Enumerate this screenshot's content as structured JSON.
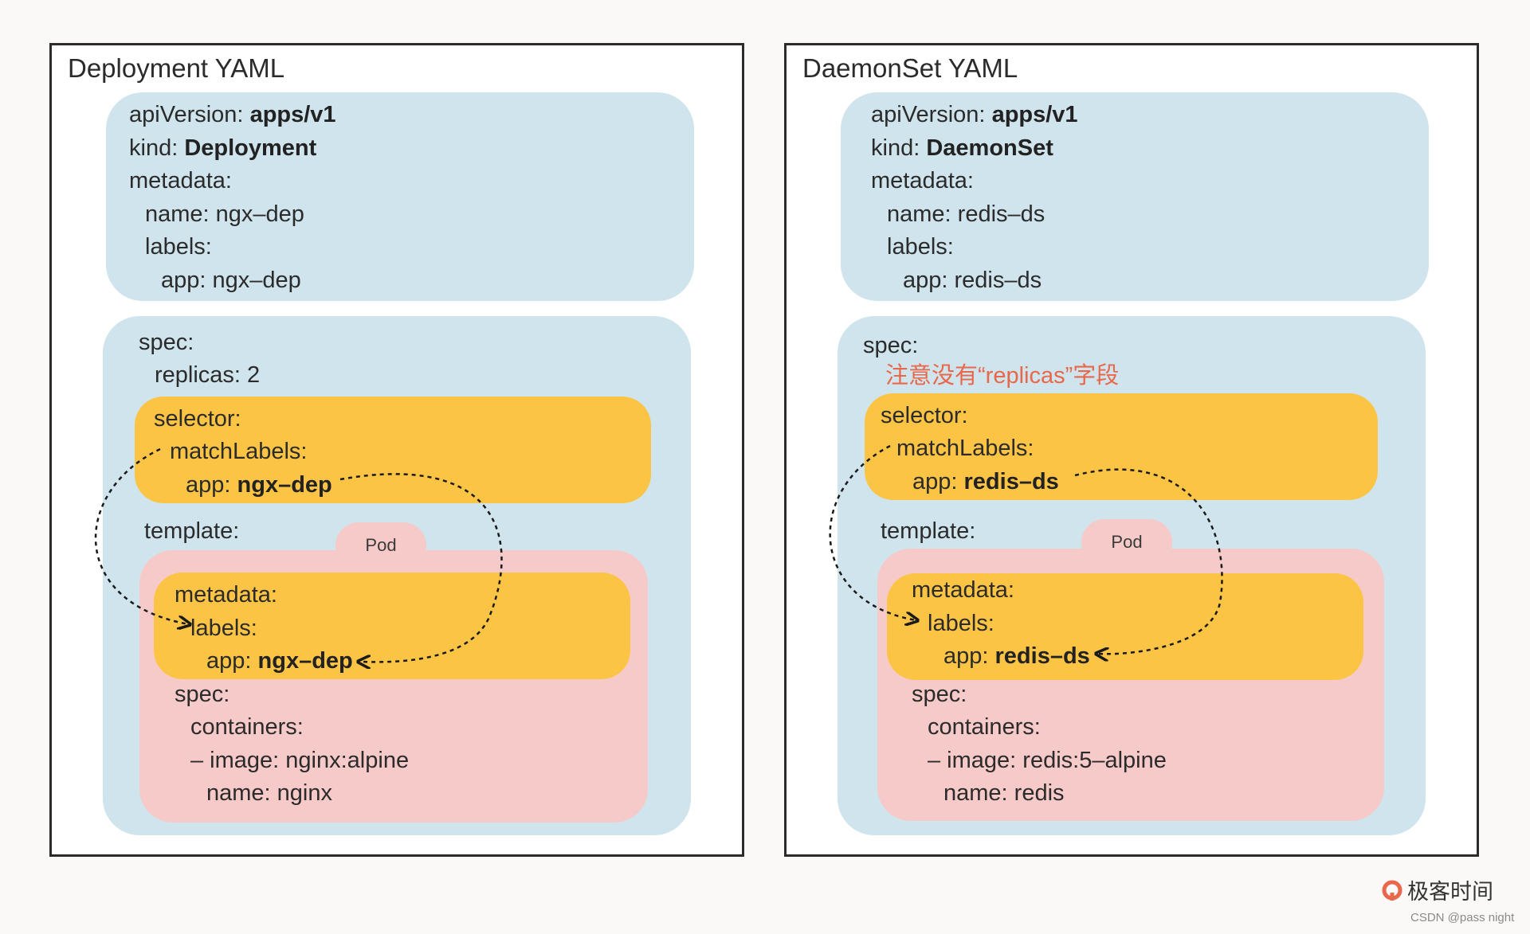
{
  "deployment": {
    "title": "Deployment YAML",
    "api_key": "apiVersion:",
    "api_val": "apps/v1",
    "kind_key": "kind:",
    "kind_val": "Deployment",
    "metadata": "metadata:",
    "name": "name: ngx–dep",
    "labels": "labels:",
    "app": "app: ngx–dep",
    "spec": "spec:",
    "replicas": "replicas: 2",
    "selector": "selector:",
    "match_labels": "matchLabels:",
    "sel_app_key": "app:",
    "sel_app_val": "ngx–dep",
    "template": "template:",
    "pod": "Pod",
    "tpl_metadata": "metadata:",
    "tpl_labels": "labels:",
    "tpl_app_key": "app:",
    "tpl_app_val": "ngx–dep",
    "tpl_spec": "spec:",
    "containers": "containers:",
    "image": "– image: nginx:alpine",
    "container_name": "name: nginx"
  },
  "daemonset": {
    "title": "DaemonSet YAML",
    "api_key": "apiVersion:",
    "api_val": "apps/v1",
    "kind_key": "kind:",
    "kind_val": "DaemonSet",
    "metadata": "metadata:",
    "name": "name: redis–ds",
    "labels": "labels:",
    "app": "app: redis–ds",
    "spec": "spec:",
    "note": "注意没有“replicas”字段",
    "selector": "selector:",
    "match_labels": "matchLabels:",
    "sel_app_key": "app:",
    "sel_app_val": "redis–ds",
    "template": "template:",
    "pod": "Pod",
    "tpl_metadata": "metadata:",
    "tpl_labels": "labels:",
    "tpl_app_key": "app:",
    "tpl_app_val": "redis–ds",
    "tpl_spec": "spec:",
    "containers": "containers:",
    "image": "– image: redis:5–alpine",
    "container_name": "name: redis"
  },
  "branding": {
    "logo_text": "极客时间",
    "credit": "CSDN @pass night"
  },
  "colors": {
    "meta_box": "#cfe4ec",
    "selector_box": "#fcc444",
    "pod_box": "#f6cac8",
    "note_text": "#e9674a"
  }
}
